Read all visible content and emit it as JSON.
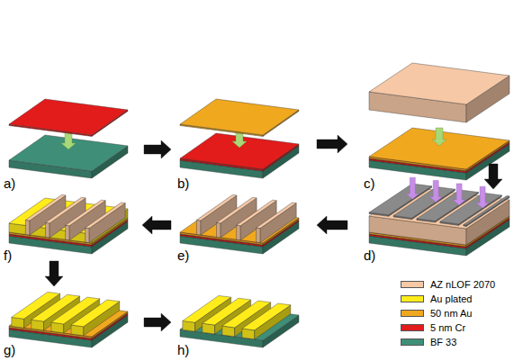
{
  "diagram": {
    "labels": [
      "a)",
      "b)",
      "c)",
      "d)",
      "e)",
      "f)",
      "g)",
      "h)"
    ],
    "legend": [
      {
        "text": "AZ nLOF 2070",
        "color": "#f6c8a6"
      },
      {
        "text": "Au plated",
        "color": "#ffec1a"
      },
      {
        "text": "50 nm Au",
        "color": "#f0a81e"
      },
      {
        "text": "5 nm Cr",
        "color": "#e21b1b"
      },
      {
        "text": "BF 33",
        "color": "#3f8f78"
      }
    ]
  }
}
